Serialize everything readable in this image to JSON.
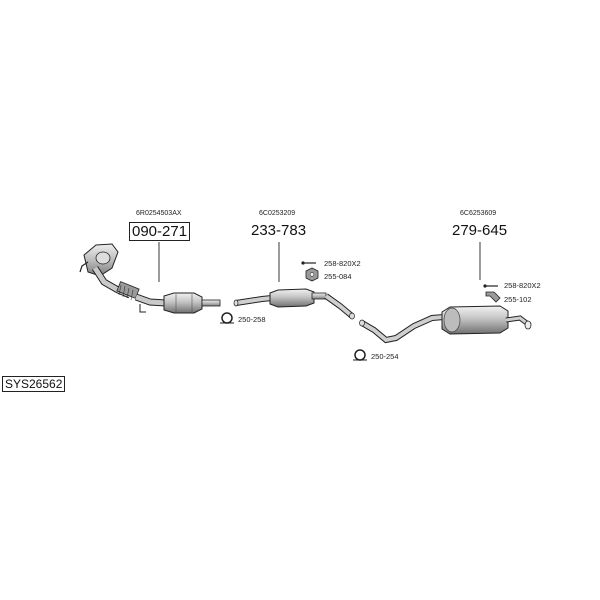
{
  "system_code": "SYS26562",
  "parts": [
    {
      "oe": "6R0254503AX",
      "number": "090-271",
      "boxed": true
    },
    {
      "oe": "6C0253209",
      "number": "233-783",
      "boxed": false
    },
    {
      "oe": "6C6253609",
      "number": "279-645",
      "boxed": false
    }
  ],
  "accessories": [
    {
      "code": "258-820X2"
    },
    {
      "code": "255-084"
    },
    {
      "code": "250-258"
    },
    {
      "code": "250-254"
    },
    {
      "code": "258-820X2"
    },
    {
      "code": "255-102"
    }
  ],
  "colors": {
    "line": "#222222",
    "part_fill": "#c8c8c8",
    "part_dark": "#8a8a8a"
  }
}
